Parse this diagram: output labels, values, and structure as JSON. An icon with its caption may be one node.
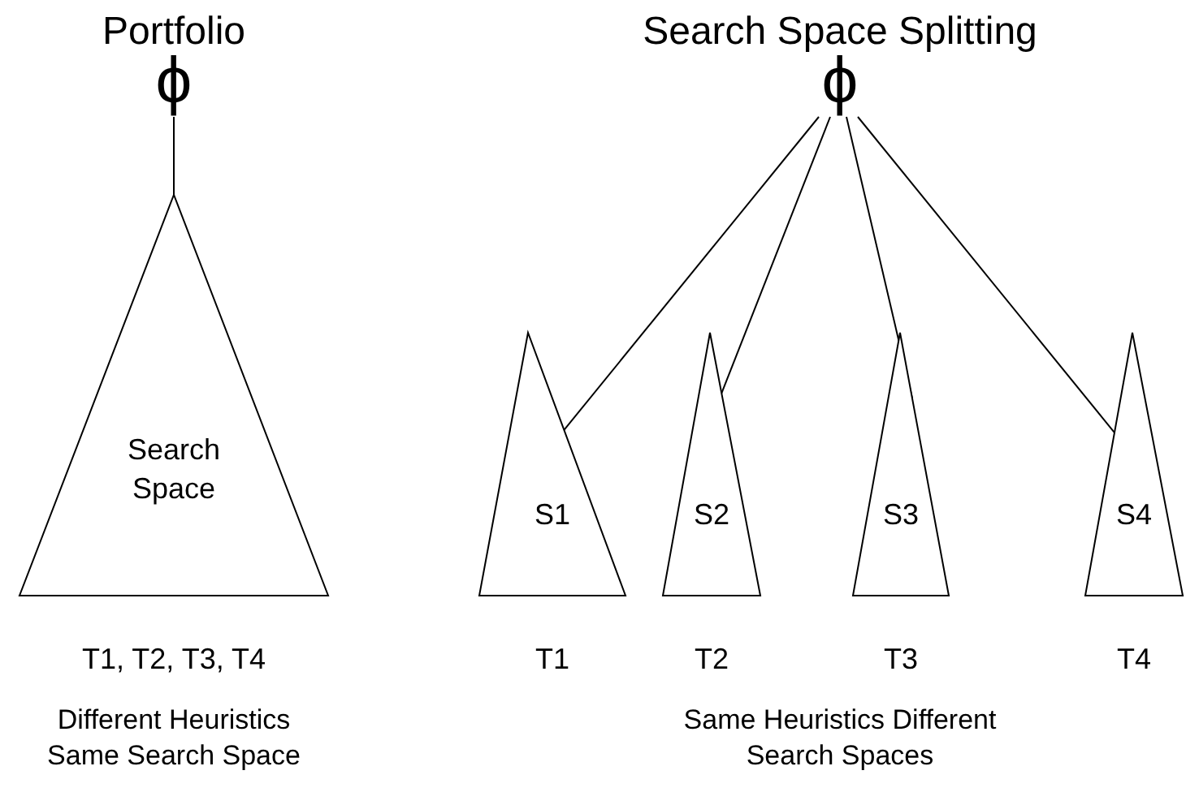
{
  "diagram": {
    "nodes": [
      {
        "text": [
          "ϕ"
        ]
      },
      {
        "text": [
          "Search Space"
        ],
        "beside": [
          "T1, T2, T3, T4"
        ]
      },
      {
        "text": [
          "ϕ"
        ]
      },
      {
        "text": [
          "S1"
        ],
        "beside": [
          "T1"
        ]
      },
      {
        "text": [
          "S2"
        ],
        "beside": [
          "T2"
        ]
      },
      {
        "text": [
          "S3"
        ],
        "beside": [
          "T3"
        ]
      },
      {
        "text": [
          "S4"
        ],
        "beside": [
          "T4"
        ]
      }
    ],
    "edges": [
      {
        "from": 0,
        "to": 1,
        "arrow": "none"
      },
      {
        "from": 2,
        "to": 3,
        "arrow": "none"
      },
      {
        "from": 2,
        "to": 4,
        "arrow": "none"
      },
      {
        "from": 2,
        "to": 5,
        "arrow": "none"
      },
      {
        "from": 2,
        "to": 6,
        "arrow": "none"
      }
    ],
    "labels": [
      "Portfolio",
      "Search Space Splitting",
      "Different Heuristics Same Search Space",
      "Same Heuristics Different Search Spaces"
    ]
  }
}
